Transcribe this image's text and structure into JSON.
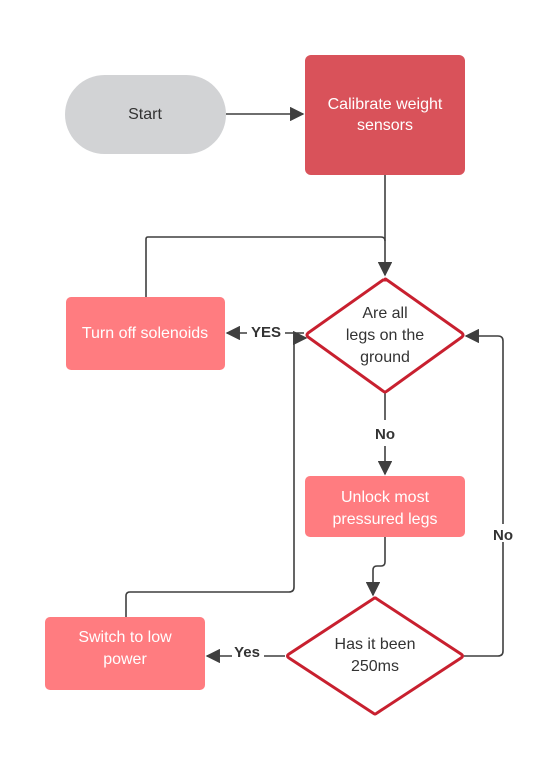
{
  "nodes": {
    "start": {
      "label": "Start"
    },
    "calibrate": {
      "line1": "Calibrate weight",
      "line2": "sensors"
    },
    "legs_check": {
      "line1": "Are all",
      "line2": "legs on the",
      "line3": "ground"
    },
    "solenoids": {
      "label": "Turn off solenoids"
    },
    "unlock": {
      "line1": "Unlock most",
      "line2": "pressured legs"
    },
    "timer_check": {
      "line1": "Has it been",
      "line2": "250ms"
    },
    "low_power": {
      "line1": "Switch to low",
      "line2": "power"
    }
  },
  "edges": {
    "legs_yes": "YES",
    "legs_no": "No",
    "timer_no": "No",
    "timer_yes": "Yes"
  },
  "colors": {
    "start_fill": "#d2d3d5",
    "calibrate_fill": "#d9525a",
    "process_fill": "#ff7c80",
    "decision_stroke": "#c8202f",
    "edge": "#3f3f3f"
  }
}
